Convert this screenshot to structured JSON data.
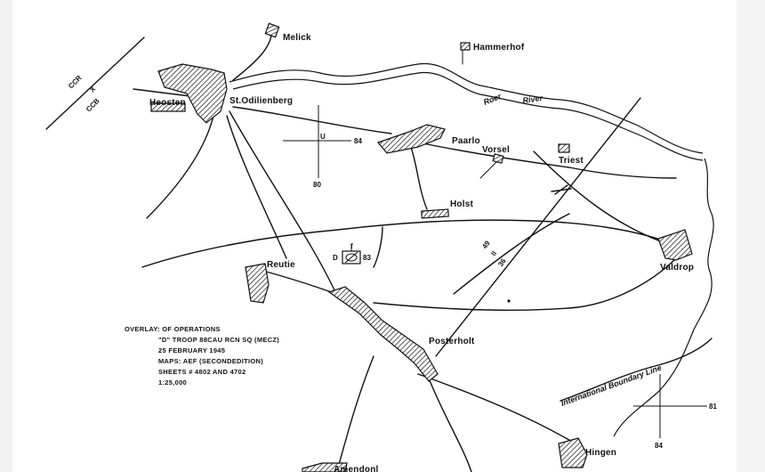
{
  "places": {
    "melick": "Melick",
    "hammerhof": "Hammerhof",
    "st_odilienberg": "St.Odilienberg",
    "herkenbosch": "Heosten",
    "paarlo": "Paarlo",
    "vorsel": "Vorsel",
    "triest": "Triest",
    "holst": "Holst",
    "reutie": "Reutie",
    "vlodrop": "Valdrop",
    "posterholt": "Posterholt",
    "hingen": "Hingen",
    "amendonl": "Amendonl"
  },
  "water": {
    "river_name_1": "Roer",
    "river_name_2": "River"
  },
  "boundary": {
    "ccr": "CCR",
    "x": "X",
    "ccb": "CCB",
    "intl_boundary": "International Boundary Line",
    "grid_49": "49",
    "grid_ii": "II",
    "grid_36": "36"
  },
  "grid_refs": {
    "upper_u": "U",
    "upper_84": "84",
    "upper_80": "80",
    "mid_f": "f",
    "mid_d": "D",
    "mid_83": "83",
    "lower_81": "81",
    "lower_84": "84"
  },
  "overlay": {
    "line1": "OVERLAY: OF OPERATIONS",
    "line2": "\"D\" TROOP 88CAU RCN SQ (MECZ)",
    "line3": "25 FEBRUARY 1945",
    "line4": "MAPS: AEF (SECONDEDITION)",
    "line5": "SHEETS # 4802 AND 4702",
    "line6": "1:25,000"
  }
}
